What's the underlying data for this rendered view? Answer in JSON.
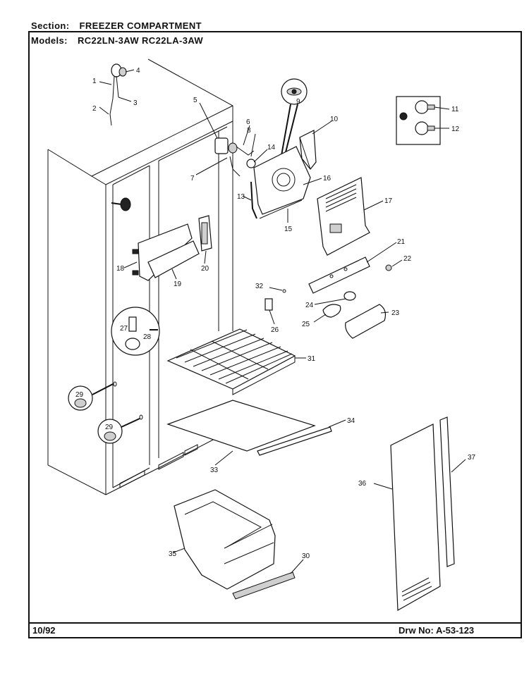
{
  "header": {
    "section_label": "Section:",
    "section_value": "FREEZER COMPARTMENT",
    "models_label": "Models:",
    "models_value": "RC22LN-3AW   RC22LA-3AW"
  },
  "footer": {
    "date": "10/92",
    "drawing_number": "Drw No:  A-53-123"
  },
  "part_callouts": [
    "1",
    "2",
    "3",
    "4",
    "5",
    "6",
    "7",
    "8",
    "9",
    "10",
    "11",
    "12",
    "13",
    "14",
    "15",
    "16",
    "17",
    "18",
    "19",
    "20",
    "21",
    "22",
    "23",
    "24",
    "25",
    "26",
    "27",
    "28",
    "29",
    "29",
    "30",
    "31",
    "32",
    "33",
    "34",
    "35",
    "36",
    "37"
  ]
}
